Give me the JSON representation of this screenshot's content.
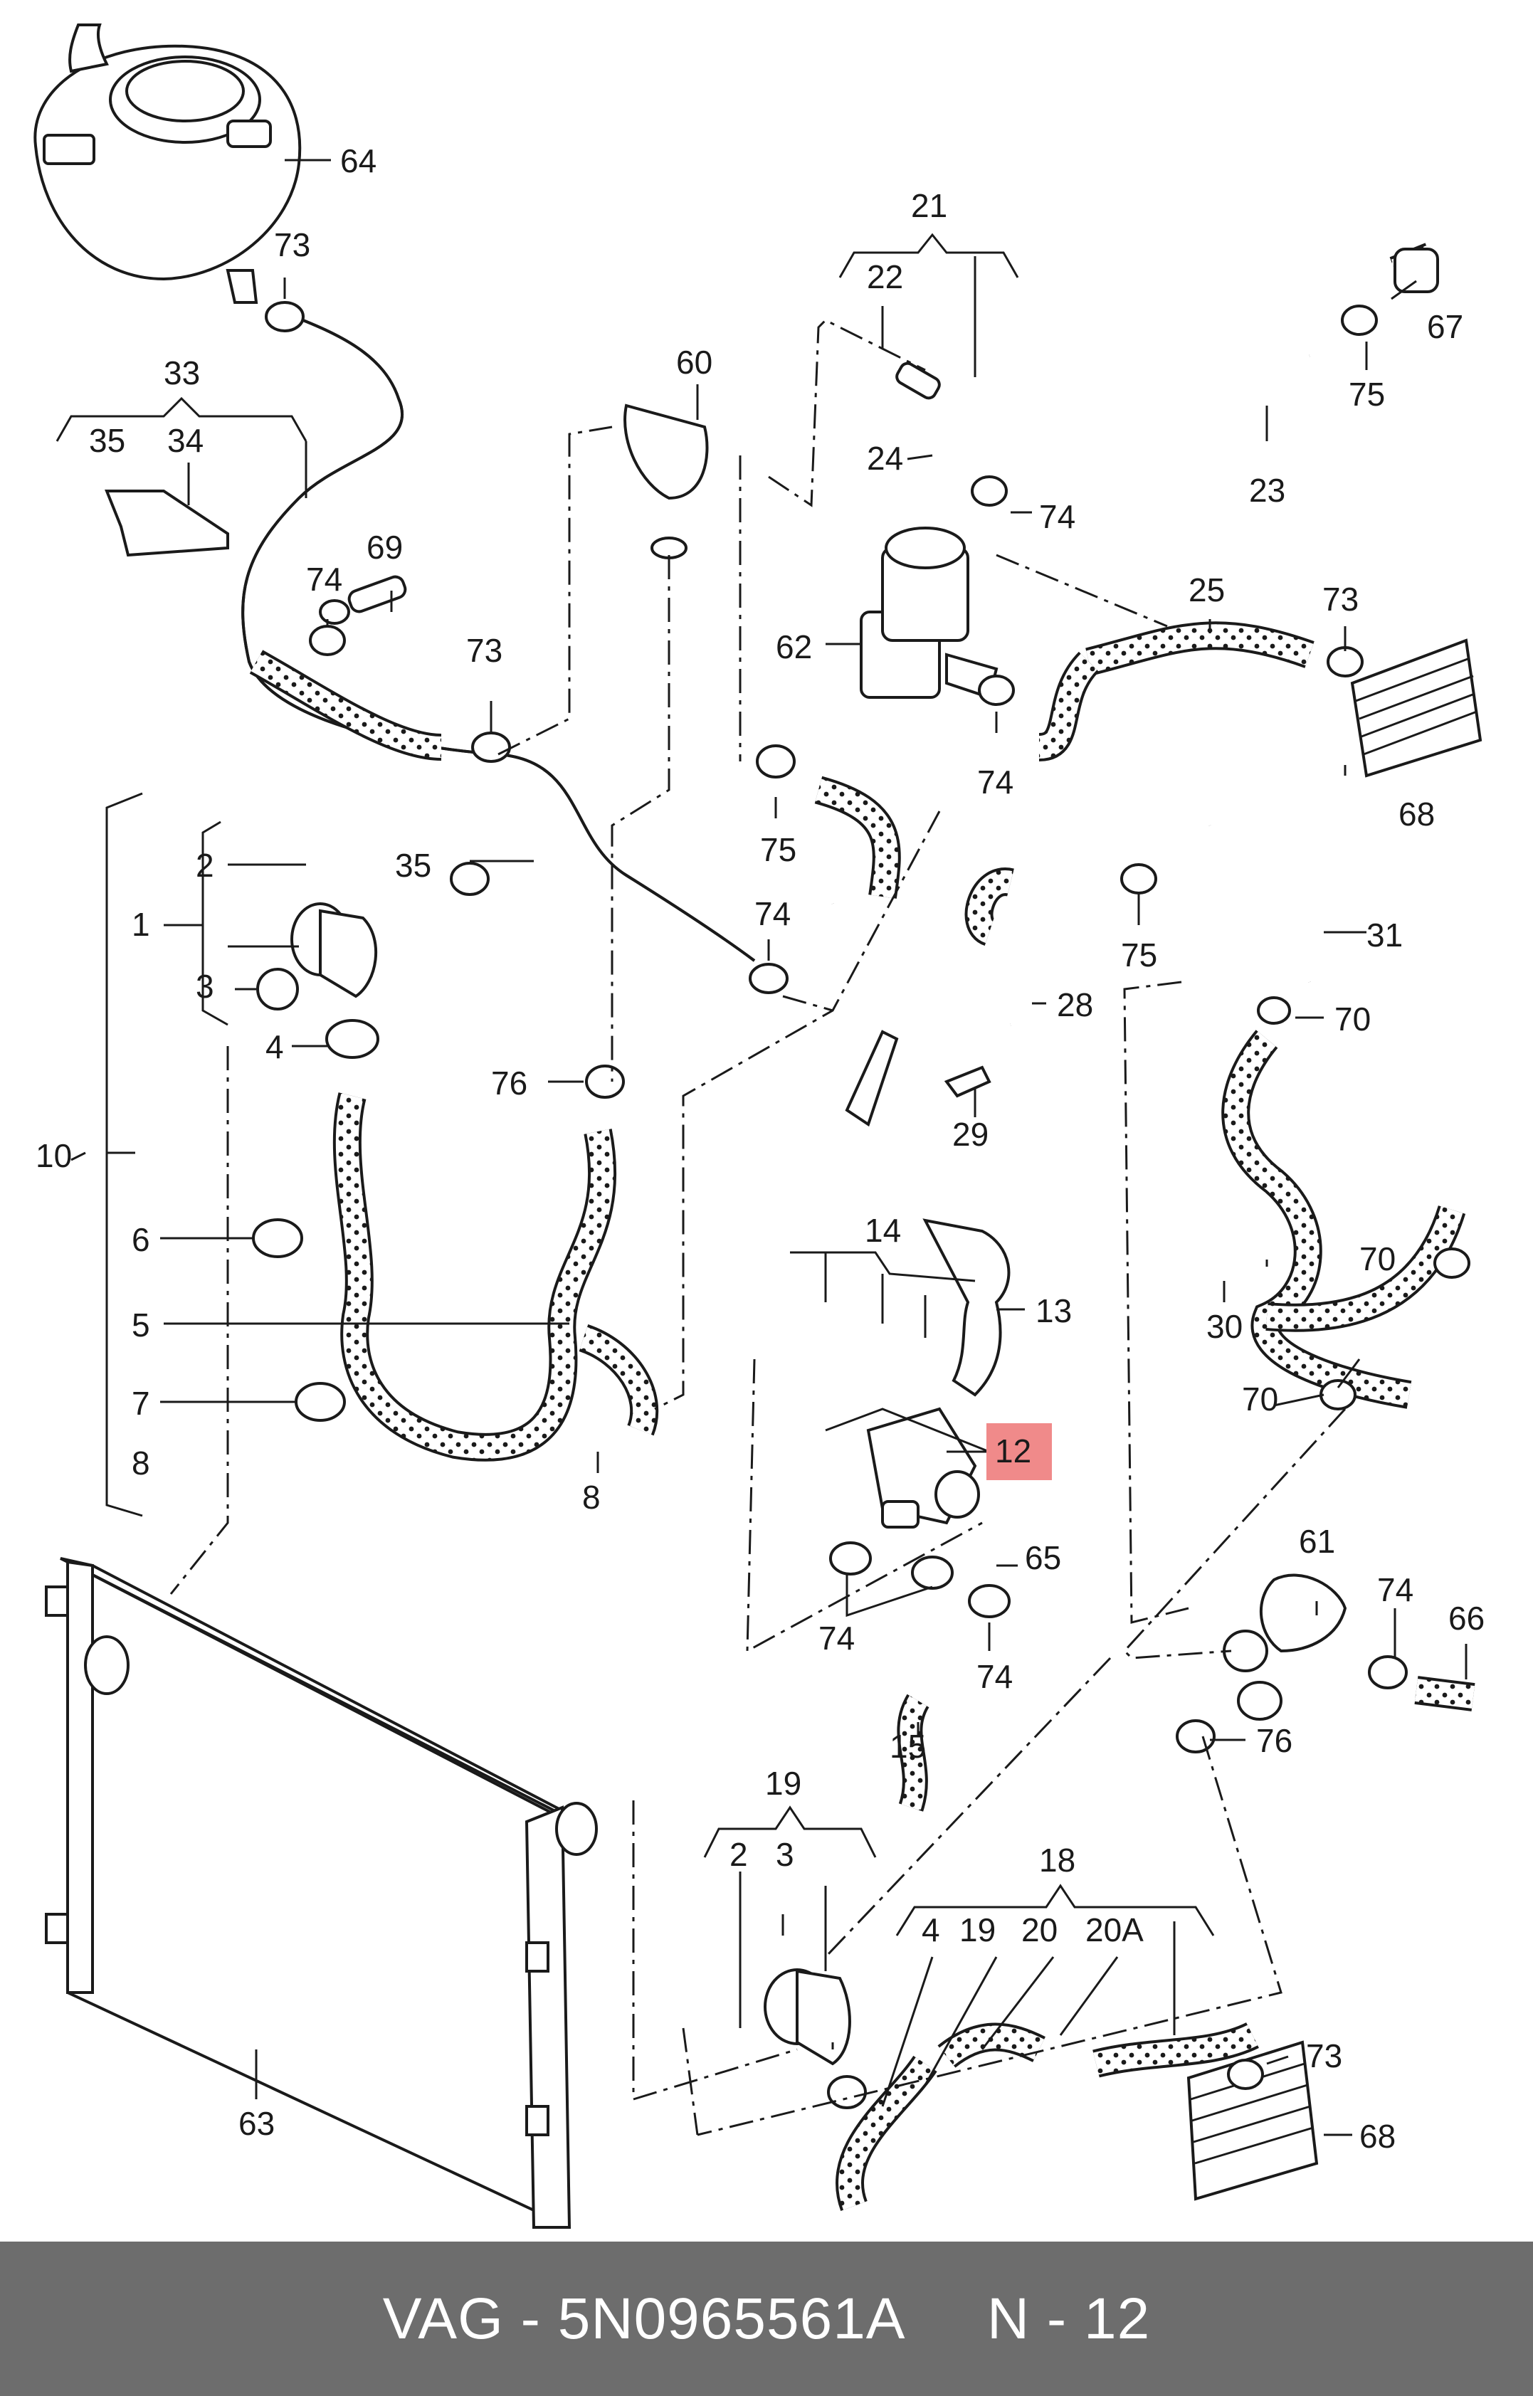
{
  "diagram": {
    "highlight_color": "#f08a8a",
    "hose_pattern": "dotted-hose",
    "labels": {
      "l64": "64",
      "l73a": "73",
      "l33": "33",
      "l35a": "35",
      "l34": "34",
      "l69": "69",
      "l74a": "74",
      "l73b": "73",
      "l60": "60",
      "l21": "21",
      "l22": "22",
      "l24": "24",
      "l74b": "74",
      "l23": "23",
      "l75a": "75",
      "l67": "67",
      "l62": "62",
      "l25": "25",
      "l73c": "73",
      "l68a": "68",
      "l74c": "74",
      "l75b": "75",
      "l2a": "2",
      "l1": "1",
      "l3a": "3",
      "l4a": "4",
      "l35b": "35",
      "l74d": "74",
      "l75c": "75",
      "l28": "28",
      "l31": "31",
      "l70a": "70",
      "l29": "29",
      "l76a": "76",
      "l10": "10",
      "l6": "6",
      "l14": "14",
      "l13": "13",
      "l70b": "70",
      "l5": "5",
      "l30": "30",
      "l7": "7",
      "l70c": "70",
      "l12": "12",
      "l8a": "8",
      "l8b": "8",
      "l65": "65",
      "l61": "61",
      "l74e": "74",
      "l66": "66",
      "l74f": "74",
      "l74g": "74",
      "l76b": "76",
      "l15": "15",
      "l19a": "19",
      "l18": "18",
      "l2b": "2",
      "l3b": "3",
      "l4b": "4",
      "l19b": "19",
      "l20": "20",
      "l20a": "20A",
      "l73d": "73",
      "l68b": "68",
      "l63": "63"
    }
  },
  "footer": {
    "text": "VAG - 5N0965561A     N - 12"
  }
}
